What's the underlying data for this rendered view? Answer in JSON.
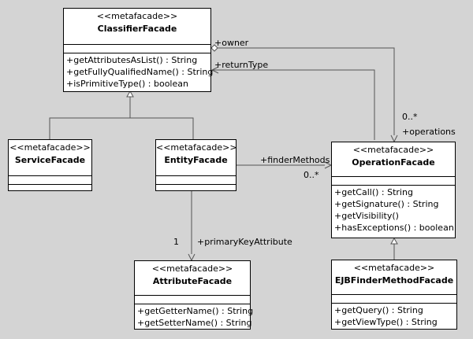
{
  "diagram": {
    "classes": {
      "classifier": {
        "stereotype": "<<metafacade>>",
        "name": "ClassifierFacade",
        "operations": [
          "+getAttributesAsList() : String",
          "+getFullyQualifiedName() : String",
          "+isPrimitiveType() : boolean"
        ]
      },
      "service": {
        "stereotype": "<<metafacade>>",
        "name": "ServiceFacade",
        "operations": []
      },
      "entity": {
        "stereotype": "<<metafacade>>",
        "name": "EntityFacade",
        "operations": []
      },
      "operation": {
        "stereotype": "<<metafacade>>",
        "name": "OperationFacade",
        "operations": [
          "+getCall() : String",
          "+getSignature() : String",
          "+getVisibility()",
          "+hasExceptions() : boolean"
        ]
      },
      "attribute": {
        "stereotype": "<<metafacade>>",
        "name": "AttributeFacade",
        "operations": [
          "+getGetterName() : String",
          "+getSetterName() : String"
        ]
      },
      "ejbfinder": {
        "stereotype": "<<metafacade>>",
        "name": "EJBFinderMethodFacade",
        "operations": [
          "+getQuery() : String",
          "+getViewType() : String"
        ]
      }
    },
    "labels": {
      "owner_role": "+owner",
      "return_type_role": "+returnType",
      "operations_multiplicity": "0..*",
      "operations_role": "+operations",
      "finder_methods_role": "+finderMethods",
      "finder_methods_multiplicity": "0..*",
      "primary_key_multiplicity": "1",
      "primary_key_role": "+primaryKeyAttribute"
    }
  }
}
